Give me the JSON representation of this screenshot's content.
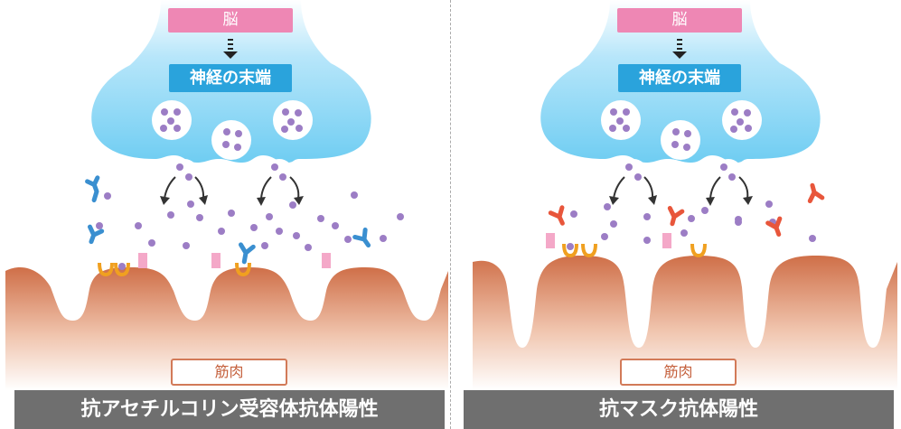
{
  "left": {
    "brain_label": "脳",
    "nerve_label": "神経の末端",
    "muscle_label": "筋肉",
    "caption": "抗アセチルコリン受容体抗体陽性"
  },
  "right": {
    "brain_label": "脳",
    "nerve_label": "神経の末端",
    "muscle_label": "筋肉",
    "caption": "抗マスク抗体陽性"
  },
  "colors": {
    "brain_box": "#ee87b4",
    "nerve_box": "#2aa3dc",
    "nerve_terminal": "#8fd7f5",
    "vesicle_dot": "#9c7dc5",
    "muscle_top": "#cf6f48",
    "acetylcholine_receptor": "#f4a8c8",
    "musk_receptor": "#f0a020",
    "achr_antibody": "#3a8fd0",
    "musk_antibody": "#e8563b",
    "caption_bar": "#6f6f6f"
  },
  "icons": [
    "down-arrow-icon",
    "release-arrow-icon",
    "antibody-icon",
    "vesicle-icon",
    "receptor-icon"
  ]
}
